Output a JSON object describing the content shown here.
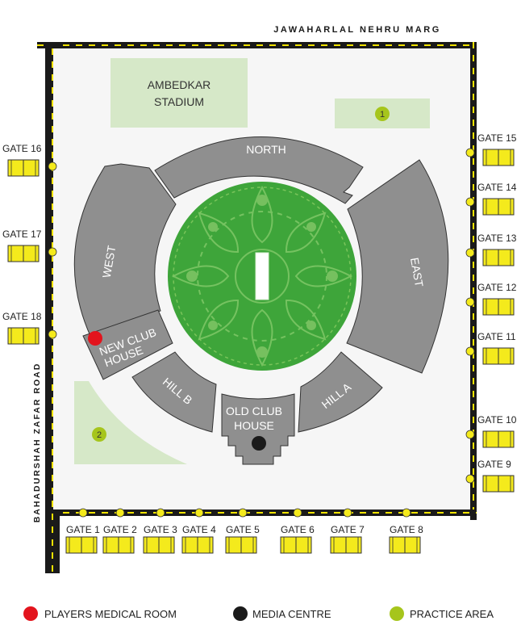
{
  "roads": {
    "top": "JAWAHARLAL NEHRU MARG",
    "left": "BAHADURSHAH ZAFAR ROAD"
  },
  "stadium": {
    "ambedkar": [
      "AMBEDKAR",
      "STADIUM"
    ],
    "stands": {
      "north": "NORTH",
      "east": "EAST",
      "west": "WEST",
      "new_club_house": [
        "NEW CLUB",
        "HOUSE"
      ],
      "hill_b": "HILL B",
      "old_club_house": [
        "OLD CLUB",
        "HOUSE"
      ],
      "hill_a": "HILL A"
    },
    "practice_markers": [
      "1",
      "2"
    ]
  },
  "gates": {
    "left": [
      "GATE 16",
      "GATE 17",
      "GATE 18"
    ],
    "right": [
      "GATE 15",
      "GATE 14",
      "GATE 13",
      "GATE 12",
      "GATE 11",
      "GATE 10",
      "GATE 9"
    ],
    "bottom": [
      "GATE 1",
      "GATE 2",
      "GATE 3",
      "GATE 4",
      "GATE 5",
      "GATE 6",
      "GATE 7",
      "GATE 8"
    ]
  },
  "legend": [
    {
      "label": "PLAYERS MEDICAL ROOM",
      "color": "#e3141d"
    },
    {
      "label": "MEDIA CENTRE",
      "color": "#1a1a1a"
    },
    {
      "label": "PRACTICE AREA",
      "color": "#a6c51c"
    }
  ],
  "colors": {
    "road": "#1a1a1a",
    "road_dash": "#f2e300",
    "stand": "#8f8f8f",
    "field": "#3ea53a",
    "practice_area": "#d6e8c8",
    "gate_fill": "#f4ea1c"
  }
}
